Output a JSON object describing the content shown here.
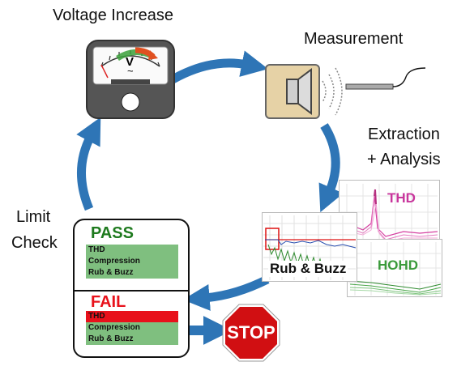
{
  "steps": {
    "voltage_increase": "Voltage Increase",
    "measurement": "Measurement",
    "extraction_line1": "Extraction",
    "extraction_line2": "+ Analysis",
    "limit_line1": "Limit",
    "limit_line2": "Check"
  },
  "meter": {
    "unit": "V",
    "symbol": "~"
  },
  "charts": {
    "thd": "THD",
    "rub_buzz": "Rub & Buzz",
    "hohd": "HOHD"
  },
  "pass_block": {
    "title": "PASS",
    "criteria": [
      "THD",
      "Compression",
      "Rub & Buzz"
    ]
  },
  "fail_block": {
    "title": "FAIL",
    "criteria": [
      "THD",
      "Compression",
      "Rub & Buzz"
    ],
    "failed_index": 0
  },
  "stop_sign": "STOP",
  "colors": {
    "arrow": "#2e75b6",
    "pass": "#1e7a1e",
    "fail": "#e8111b",
    "criteria_fill": "#7fbf7f",
    "thd_label": "#c8359c",
    "hohd_label": "#3a9a3a"
  }
}
